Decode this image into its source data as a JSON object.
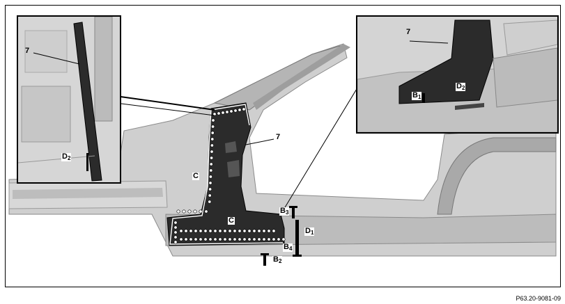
{
  "labels": {
    "part_7": "7",
    "c_upper": "C",
    "c_lower": "C",
    "b1": "B",
    "b1_sub": "1",
    "b2": "B",
    "b2_sub": "2",
    "b3": "B",
    "b3_sub": "3",
    "b4": "B",
    "b4_sub": "4",
    "d1": "D",
    "d1_sub": "1",
    "d2": "D",
    "d2_sub": "2"
  },
  "figure_code": "P63.20-9081-09",
  "colors": {
    "part_fill": "#2b2b2b",
    "body_grey": "#c4c4c4",
    "inset_bg": "#dcdcdc",
    "spot_weld": "#ffffff",
    "outline": "#000000"
  }
}
